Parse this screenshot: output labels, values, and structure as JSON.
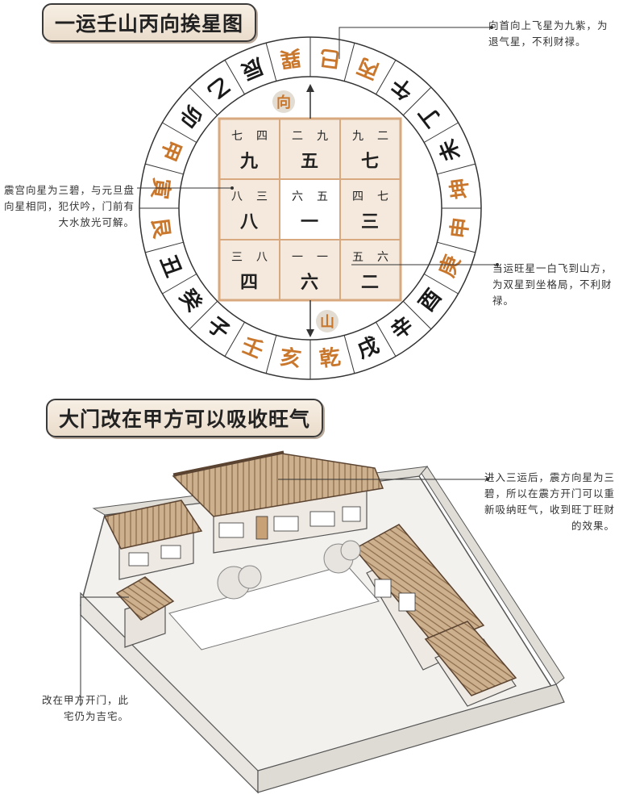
{
  "title_top": "一运壬山丙向挨星图",
  "title_bottom": "大门改在甲方可以吸收旺气",
  "ring_labels": {
    "direction": "向",
    "mountain": "山"
  },
  "ring_characters": [
    {
      "char": "壬",
      "orange": true
    },
    {
      "char": "子",
      "orange": false
    },
    {
      "char": "癸",
      "orange": false
    },
    {
      "char": "丑",
      "orange": false
    },
    {
      "char": "艮",
      "orange": true
    },
    {
      "char": "寅",
      "orange": true
    },
    {
      "char": "甲",
      "orange": true
    },
    {
      "char": "卯",
      "orange": false
    },
    {
      "char": "乙",
      "orange": false
    },
    {
      "char": "辰",
      "orange": false
    },
    {
      "char": "巽",
      "orange": true
    },
    {
      "char": "巳",
      "orange": true
    },
    {
      "char": "丙",
      "orange": true
    },
    {
      "char": "午",
      "orange": false
    },
    {
      "char": "丁",
      "orange": false
    },
    {
      "char": "未",
      "orange": false
    },
    {
      "char": "坤",
      "orange": true
    },
    {
      "char": "申",
      "orange": true
    },
    {
      "char": "庚",
      "orange": true
    },
    {
      "char": "酉",
      "orange": false
    },
    {
      "char": "辛",
      "orange": false
    },
    {
      "char": "戌",
      "orange": false
    },
    {
      "char": "乾",
      "orange": true
    },
    {
      "char": "亥",
      "orange": true
    }
  ],
  "grid": [
    {
      "top_left": "七",
      "top_right": "四",
      "main": "九",
      "highlight": false
    },
    {
      "top_left": "二",
      "top_right": "九",
      "main": "五",
      "highlight": false
    },
    {
      "top_left": "九",
      "top_right": "二",
      "main": "七",
      "highlight": false
    },
    {
      "top_left": "八",
      "top_right": "三",
      "main": "八",
      "highlight": false
    },
    {
      "top_left": "六",
      "top_right": "五",
      "main": "一",
      "highlight": true
    },
    {
      "top_left": "四",
      "top_right": "七",
      "main": "三",
      "highlight": false
    },
    {
      "top_left": "三",
      "top_right": "八",
      "main": "四",
      "highlight": false
    },
    {
      "top_left": "一",
      "top_right": "一",
      "main": "六",
      "highlight": false
    },
    {
      "top_left": "五",
      "top_right": "六",
      "main": "二",
      "highlight": false
    }
  ],
  "annotations": {
    "facing_star": "向首向上飞星为九紫，为退气星，不利财禄。",
    "zhen_palace": "震宫向星为三碧，与元旦盘向星相同，犯伏吟，门前有大水放光可解。",
    "prosperous_star": "当运旺星一白飞到山方，为双星到坐格局，不利财禄。",
    "third_period": "进入三运后，震方向星为三碧，所以在震方开门可以重新吸纳旺气，收到旺丁旺财的效果。",
    "gate": "改在甲方开门，此宅仍为吉宅。"
  },
  "colors": {
    "orange": "#c9772c",
    "grid_fill": "#f4e9dc",
    "grid_border": "#d8a87e",
    "center_fill": "#ffffff",
    "roof": "#b98f66"
  }
}
